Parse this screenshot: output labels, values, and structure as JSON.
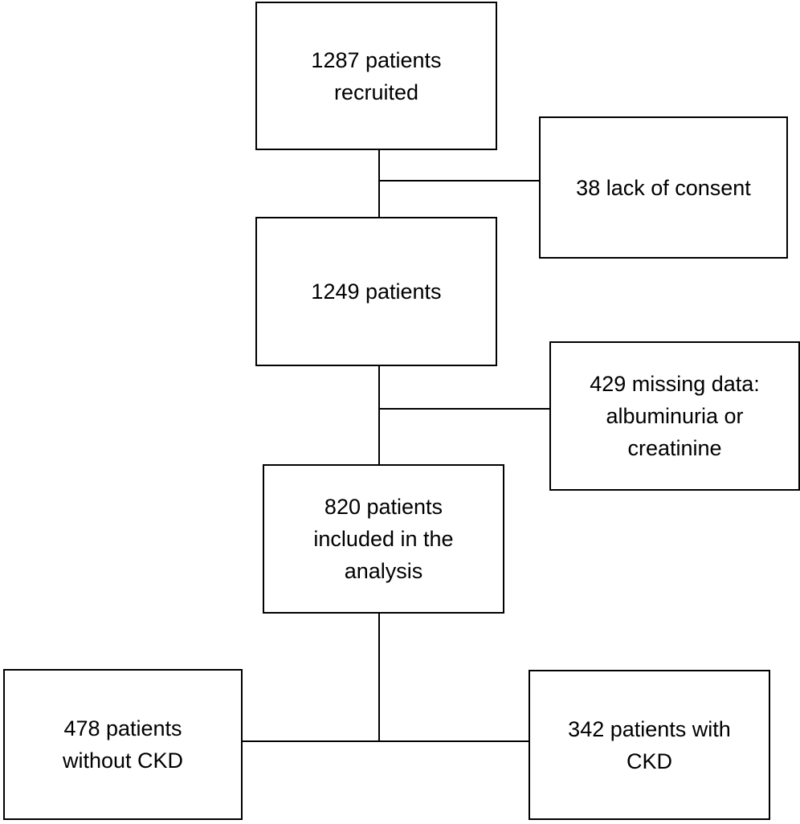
{
  "flowchart": {
    "nodes": {
      "recruited": "1287 patients\nrecruited",
      "lack_consent": "38 lack of consent",
      "patients_1249": "1249 patients",
      "missing_data": "429 missing data:\nalbuminuria or\ncreatinine",
      "included": "820 patients\nincluded in the\nanalysis",
      "without_ckd": "478 patients\nwithout CKD",
      "with_ckd": "342 patients with\nCKD"
    }
  }
}
